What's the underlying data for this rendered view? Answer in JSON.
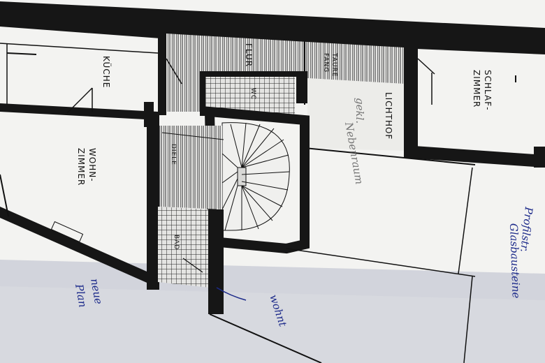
{
  "colors": {
    "paper": "#f3f3f1",
    "wall": "#1a1a1a",
    "ink_blue": "#1c2a8a",
    "shadow": "#c9ccd6"
  },
  "rooms": {
    "kueche": "KÜCHE",
    "wohnzimmer_line1": "WOHN-",
    "wohnzimmer_line2": "ZIMMER",
    "flur": "FLUR",
    "wc": "WC",
    "windfang_line1": "TAURE",
    "windfang_line2": "FANG",
    "lichthof": "LICHTHOF",
    "schlafzimmer_line1": "SCHLAF-",
    "schlafzimmer_line2": "ZIMMER",
    "diele": "DIELE",
    "bad": "BAD"
  },
  "handwriting": {
    "note_gray_1": "gekl.",
    "note_gray_2": "Nebenraum",
    "note_right_1": "Profilstr.",
    "note_right_2": "Glasbausteine",
    "note_left_1": "neue",
    "note_left_2": "Plan",
    "note_bottom": "wohnt"
  }
}
